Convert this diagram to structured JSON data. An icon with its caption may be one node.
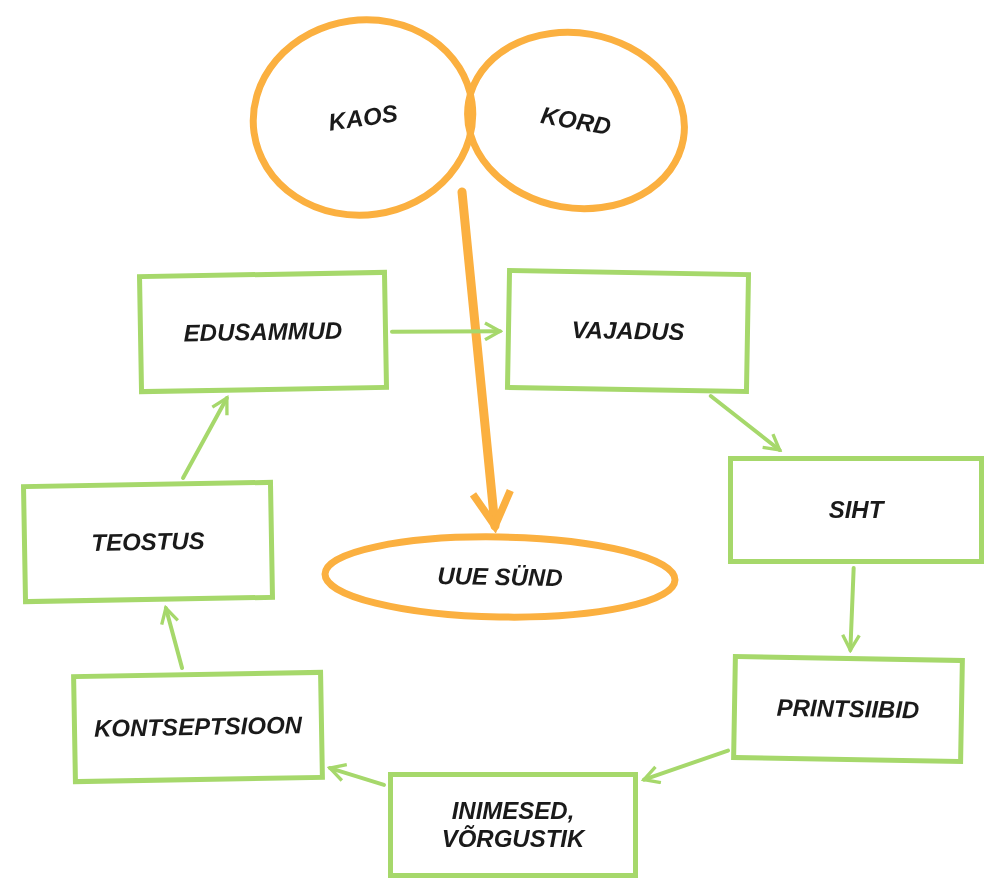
{
  "diagram": {
    "nodes": [
      {
        "text": [
          "KAOS"
        ]
      },
      {
        "text": [
          "KORD"
        ]
      },
      {
        "text": [
          "EDUSAMMUD"
        ]
      },
      {
        "text": [
          "VAJADUS"
        ]
      },
      {
        "text": [
          "SIHT"
        ]
      },
      {
        "text": [
          "TEOSTUS"
        ]
      },
      {
        "text": [
          "UUE SÜND"
        ]
      },
      {
        "text": [
          "PRINTSIIBID"
        ]
      },
      {
        "text": [
          "KONTSEPTSIOON"
        ]
      },
      {
        "text": [
          "INIMESED, VÕRGUSTIK"
        ]
      }
    ],
    "edges": [
      {
        "from": null,
        "to": 6,
        "arrow": "to",
        "style": "thick",
        "color": "#fbb040"
      },
      {
        "from": 2,
        "to": 3,
        "arrow": "to"
      },
      {
        "from": 3,
        "to": 4,
        "arrow": "to"
      },
      {
        "from": 4,
        "to": 7,
        "arrow": "to"
      },
      {
        "from": 7,
        "to": 9,
        "arrow": "to"
      },
      {
        "from": 9,
        "to": 8,
        "arrow": "to"
      },
      {
        "from": 8,
        "to": 5,
        "arrow": "to"
      },
      {
        "from": 5,
        "to": 2,
        "arrow": "to"
      }
    ]
  }
}
